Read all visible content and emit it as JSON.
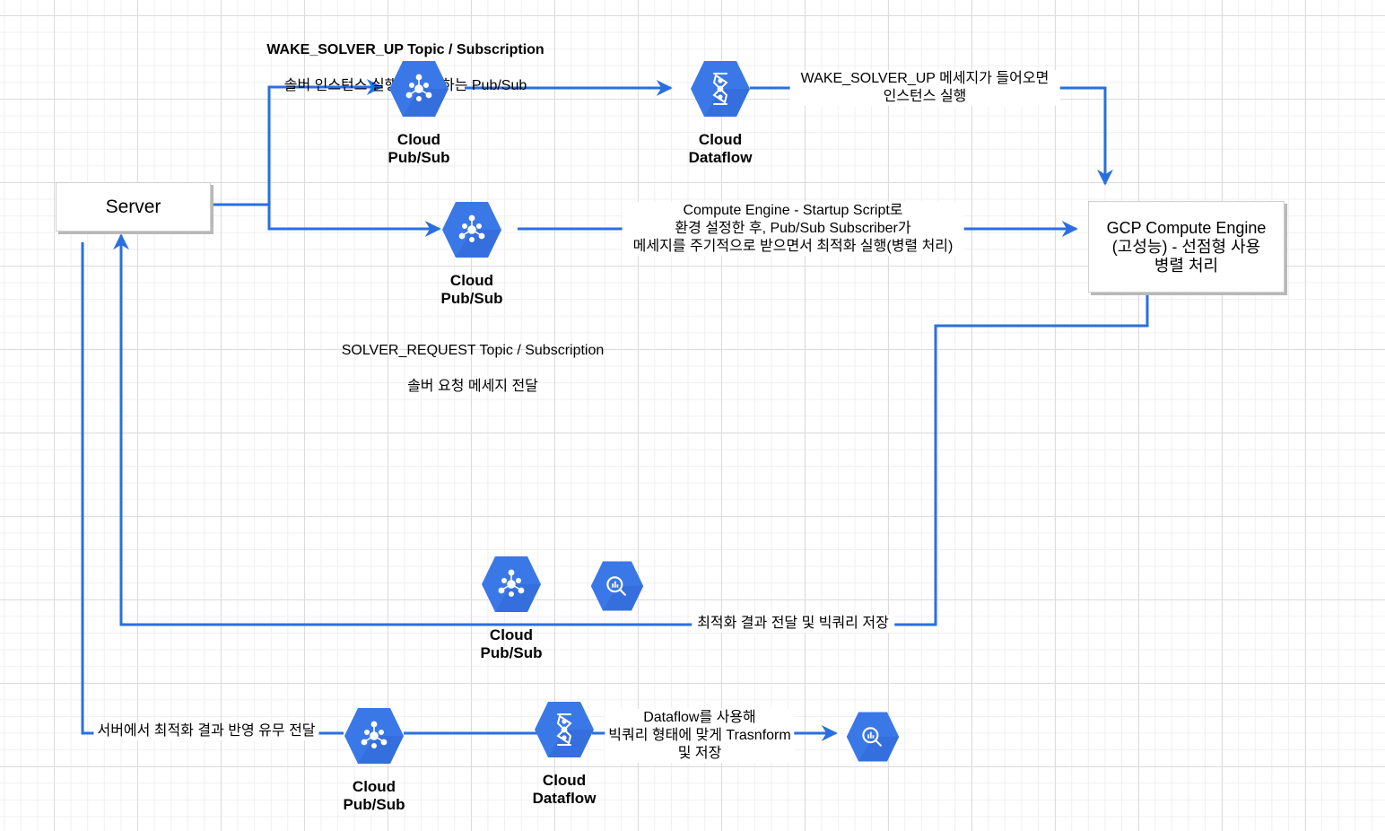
{
  "nodes": {
    "server": {
      "label": "Server"
    },
    "gce": {
      "label": "GCP Compute Engine\n(고성능) - 선점형 사용\n병렬 처리"
    },
    "pubsub_wake": {
      "caption": "Cloud\nPub/Sub"
    },
    "dataflow_wake": {
      "caption": "Cloud\nDataflow"
    },
    "pubsub_request": {
      "caption": "Cloud\nPub/Sub"
    },
    "pubsub_result": {
      "caption": "Cloud\nPub/Sub"
    },
    "bigquery_result": {
      "caption": ""
    },
    "pubsub_bottom": {
      "caption": "Cloud\nPub/Sub"
    },
    "dataflow_bottom": {
      "caption": "Cloud\nDataflow"
    },
    "bigquery_bottom": {
      "caption": ""
    }
  },
  "annotations": {
    "wake_topic_title": "WAKE_SOLVER_UP Topic / Subscription",
    "wake_topic_desc": "솔버 인스턴스 실행을 감지하는 Pub/Sub",
    "request_topic_title": "SOLVER_REQUEST Topic / Subscription",
    "request_topic_desc": "솔버 요청 메세지 전달"
  },
  "edge_labels": {
    "wake_to_gce": "WAKE_SOLVER_UP 메세지가 들어오면\n인스턴스 실행",
    "startup_script": "Compute Engine - Startup Script로\n환경 설정한 후, Pub/Sub Subscriber가\n메세지를 주기적으로 받으면서 최적화 실행(병렬 처리)",
    "result_to_server": "최적화 결과 전달 및 빅쿼리 저장",
    "server_feedback": "서버에서 최적화 결과 반영 유무 전달",
    "dataflow_transform": "Dataflow를 사용해\n빅쿼리 형태에 맞게 Trasnform\n및 저장"
  },
  "colors": {
    "edge": "#2a6fe0",
    "icon_fill": "#3b78e7",
    "icon_dark": "#2b5fcc",
    "grid_major": "#dcdcdc",
    "grid_minor": "#f0f0f0"
  },
  "icons": {
    "pubsub": "pubsub-icon",
    "dataflow": "dataflow-icon",
    "bigquery": "bigquery-icon"
  }
}
